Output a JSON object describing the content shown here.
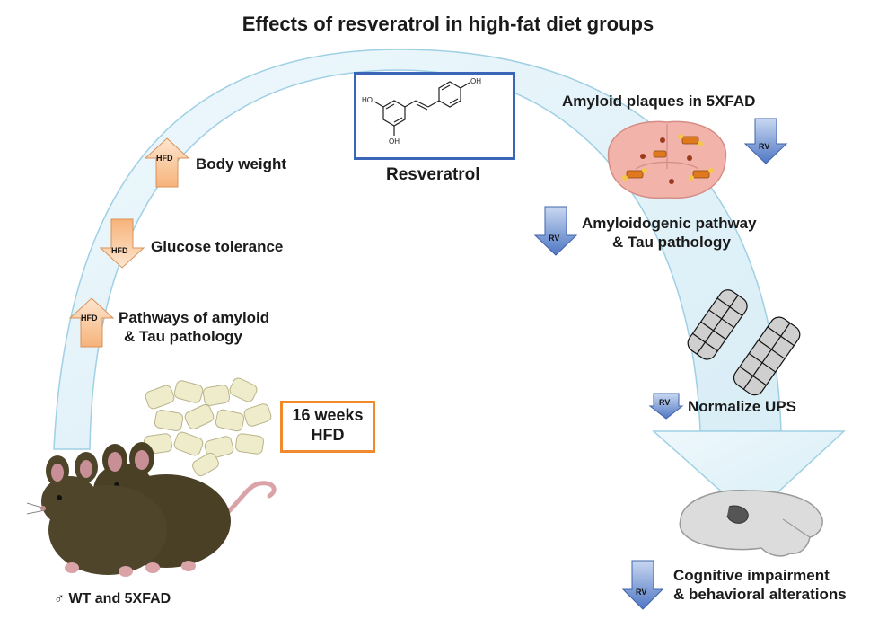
{
  "title": "Effects of resveratrol in high-fat diet groups",
  "compound": {
    "name": "Resveratrol",
    "oh_label": "OH",
    "ho_label": "HO"
  },
  "tags": {
    "hfd": "HFD",
    "rv": "RV"
  },
  "left_effects": [
    {
      "direction": "up",
      "label": "Body weight"
    },
    {
      "direction": "down",
      "label": "Glucose tolerance"
    },
    {
      "direction": "up",
      "label_line1": "Pathways of amyloid",
      "label_line2": "& Tau pathology"
    }
  ],
  "right_effects": [
    {
      "direction": "down",
      "label": "Amyloid plaques in 5XFAD"
    },
    {
      "direction": "down",
      "label_line1": "Amyloidogenic pathway",
      "label_line2": "& Tau pathology"
    },
    {
      "direction": "down",
      "label": "Normalize UPS"
    },
    {
      "direction": "down",
      "label_line1": "Cognitive impairment",
      "label_line2": "& behavioral alterations"
    }
  ],
  "diet_box": {
    "line1": "16 weeks",
    "line2": "HFD"
  },
  "mice_label": "♂ WT and 5XFAD",
  "colors": {
    "hfd_arrow": "#f9c79c",
    "rv_arrow": "#7e9fd8",
    "arc": "#dff0f8",
    "resveratrol_border": "#3a66b8",
    "hfd_border": "#f08a2c"
  }
}
